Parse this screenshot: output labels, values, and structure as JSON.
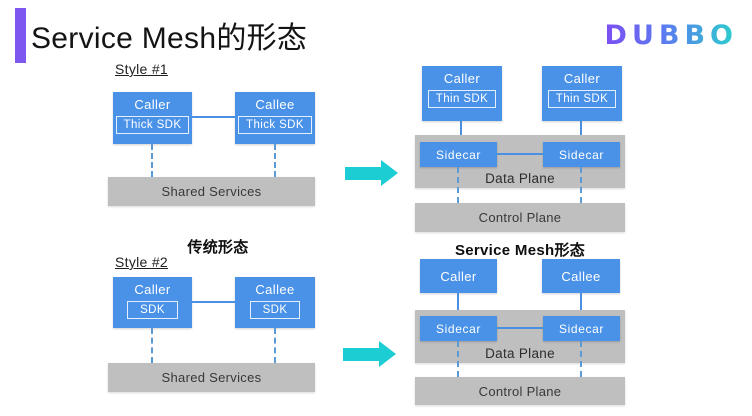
{
  "slide": {
    "title": "Service Mesh的形态",
    "logo": "DUBBO"
  },
  "left": {
    "style1": {
      "label": "Style #1",
      "caller": "Caller",
      "caller_sdk": "Thick SDK",
      "callee": "Callee",
      "callee_sdk": "Thick SDK",
      "bar": "Shared Services"
    },
    "caption": "传统形态",
    "style2": {
      "label": "Style #2",
      "caller": "Caller",
      "caller_sdk": "SDK",
      "callee": "Callee",
      "callee_sdk": "SDK",
      "bar": "Shared Services"
    }
  },
  "right": {
    "top": {
      "caller1": "Caller",
      "sdk1": "Thin SDK",
      "caller2": "Caller",
      "sdk2": "Thin SDK",
      "sidecar1": "Sidecar",
      "sidecar2": "Sidecar",
      "data_plane": "Data Plane",
      "control_plane": "Control Plane"
    },
    "caption": "Service Mesh形态",
    "bottom": {
      "caller": "Caller",
      "callee": "Callee",
      "sidecar1": "Sidecar",
      "sidecar2": "Sidecar",
      "data_plane": "Data Plane",
      "control_plane": "Control Plane"
    }
  },
  "colors": {
    "node_blue": "#4a92e8",
    "bar_gray": "#bfbfbf",
    "accent_purple": "#7e57f0",
    "arrow_cyan": "#1ccdd3",
    "connector_blue": "#4a90e2",
    "logo_gradient_start": "#7d4ff2",
    "logo_gradient_end": "#2ad1cb"
  }
}
